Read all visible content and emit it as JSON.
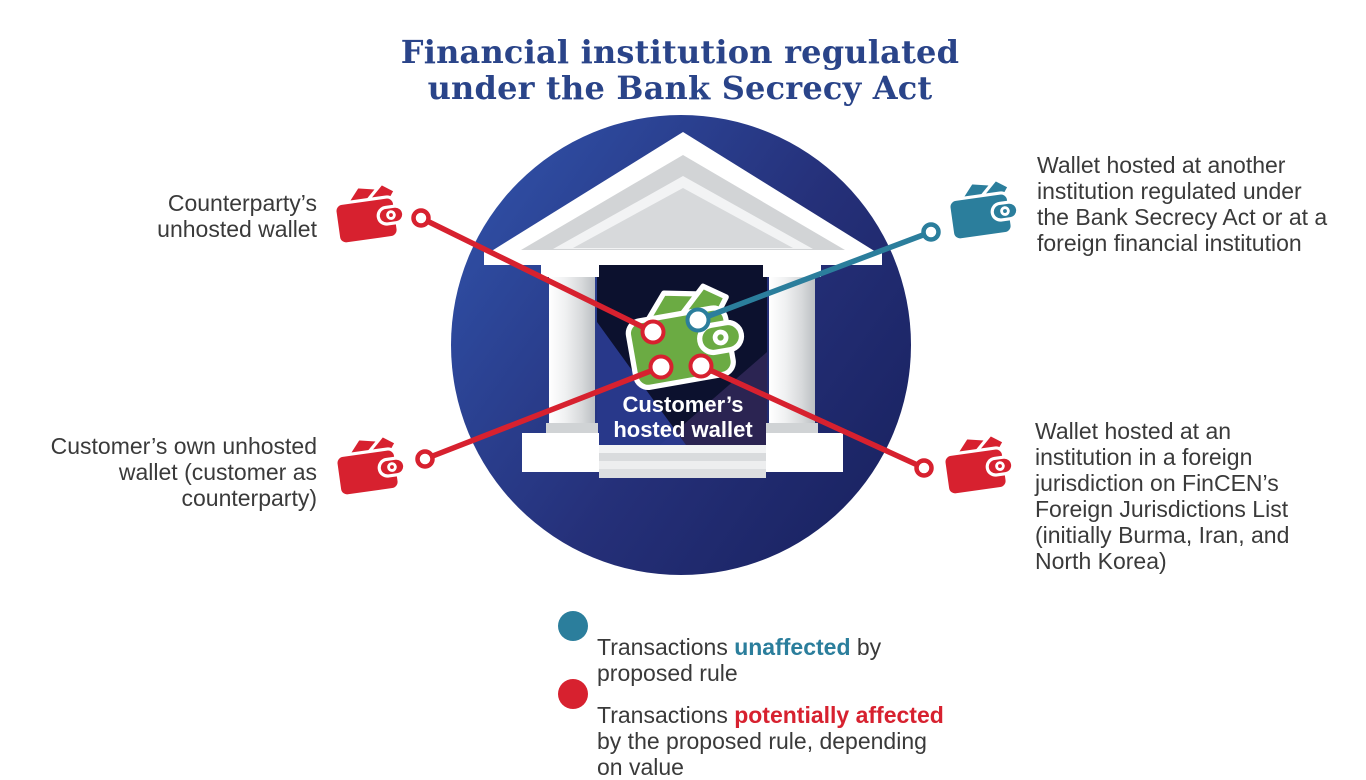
{
  "title": [
    "Financial institution regulated",
    "under the Bank Secrecy Act"
  ],
  "center_circle": {
    "building_icon": "bank-building-icon",
    "hosted_wallet_label": [
      "Customer’s",
      "hosted wallet"
    ],
    "hosted_wallet_color": "#6BAB43"
  },
  "callouts": {
    "top_left": {
      "lines": [
        "Counterparty’s",
        "unhosted wallet"
      ],
      "wallet_icon": "red-wallet-icon",
      "connector_color": "#D7212F"
    },
    "top_right": {
      "lines": [
        "Wallet hosted at another",
        "institution regulated under",
        "the Bank Secrecy Act or at a",
        "foreign financial institution"
      ],
      "wallet_icon": "teal-wallet-icon",
      "connector_color": "#2B7E9C"
    },
    "bottom_left": {
      "lines": [
        "Customer’s own unhosted",
        "wallet (customer as",
        "counterparty)"
      ],
      "wallet_icon": "red-wallet-icon",
      "connector_color": "#D7212F"
    },
    "bottom_right": {
      "lines": [
        "Wallet hosted at an",
        "institution in a foreign",
        "jurisdiction on FinCEN’s",
        "Foreign Jurisdictions List",
        "(initially Burma, Iran, and",
        "North Korea)"
      ],
      "wallet_icon": "red-wallet-icon",
      "connector_color": "#D7212F"
    }
  },
  "legend": {
    "items": [
      {
        "dot_color": "#2B7E9C",
        "prefix": "Transactions ",
        "highlight": "unaffected",
        "suffix": " by\nproposed rule"
      },
      {
        "dot_color": "#D7212F",
        "prefix": "Transactions ",
        "highlight": "potentially affected",
        "suffix": "\nby the proposed rule, depending\non value"
      }
    ]
  },
  "colors": {
    "red": "#D7212F",
    "teal": "#2B7E9C",
    "green": "#6BAB43",
    "title_navy": "#2A4489",
    "text_gray": "#3A3A3A",
    "circle_gradient": [
      "#3051A8",
      "#253079",
      "#192260"
    ]
  }
}
